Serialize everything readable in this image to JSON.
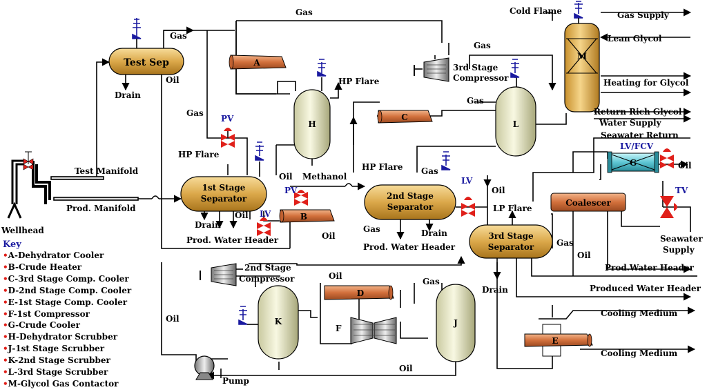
{
  "equipment": {
    "test_sep": "Test Sep",
    "first_stage": [
      "1st Stage",
      "Separator"
    ],
    "second_stage": [
      "2nd Stage",
      "Separator"
    ],
    "third_stage": [
      "3rd Stage",
      "Separator"
    ],
    "H": "H",
    "L": "L",
    "M": "M",
    "K": "K",
    "J": "J",
    "A": "A",
    "B": "B",
    "C": "C",
    "D": "D",
    "E": "E",
    "F": "F",
    "G": "G",
    "coalescer": "Coalescer",
    "third_comp": [
      "3rd Stage",
      "Compressor"
    ],
    "second_comp": [
      "2nd Stage",
      "Compressor"
    ],
    "pump": "Pump",
    "wellhead": "Wellhead",
    "test_manifold": "Test Manifold",
    "prod_manifold": "Prod. Manifold"
  },
  "valves": {
    "pv1": "PV",
    "pv2": "PV",
    "lv1": "LV",
    "lv2": "LV",
    "lvfcv": "LV/FCV",
    "tv": "TV"
  },
  "streams": {
    "gas_top": "Gas",
    "gas_testsep": "Gas",
    "gas_mid": "Gas",
    "gas_left": "Gas",
    "gas_L": "Gas",
    "gas_2nd": "Gas",
    "gas_2nd_top": "Gas",
    "gas_3rd": "Gas",
    "gas_J": "Gas",
    "oil_testsep": "Oil",
    "oil_H": "Oil",
    "methanol": "Methanol",
    "oil_1st": "Oil",
    "oil_B": "Oil",
    "oil_L": "Oil",
    "oil_3rd": "Oil",
    "oil_K": "Oil",
    "oil_D": "Oil",
    "oil_bottom": "Oil",
    "oil_G": "Oil",
    "drain_test": "Drain",
    "drain_1st": "Drain",
    "drain_2nd": "Drain",
    "drain_3rd": "Drain",
    "hp_flare_H": "HP Flare",
    "hp_flare_1st": "HP Flare",
    "hp_flare_2nd": "HP Flare",
    "lp_flare": "LP Flare",
    "prod_water_1": "Prod. Water Header",
    "prod_water_2": "Prod. Water Header",
    "prod_water_3": "Prod.Water Header",
    "produced_water": "Produced Water Header",
    "cold_flame": "Cold Flame",
    "gas_supply": "Gas Supply",
    "lean_glycol": "Lean Glycol",
    "heating_glycol": "Heating for Glycol",
    "return_rich": "Return Rich Glycol",
    "water_supply": "Water Supply",
    "seawater_return": "Seawater Return",
    "seawater_supply": [
      "Seawater",
      "Supply"
    ],
    "cooling_1": "Cooling Medium",
    "cooling_2": "Cooling Medium"
  },
  "key": {
    "title": "Key",
    "items": [
      "A-Dehydrator Cooler",
      "B-Crude Heater",
      "C-3rd Stage Comp. Cooler",
      "D-2nd Stage Comp. Cooler",
      "E-1st Stage Comp. Cooler",
      "F-1st Compressor",
      "G-Crude Cooler",
      "H-Dehydrator Scrubber",
      "J-1st Stage Scrubber",
      "K-2nd Stage Scrubber",
      "L-3rd Stage Scrubber",
      "M-Glycol Gas Contactor"
    ]
  }
}
